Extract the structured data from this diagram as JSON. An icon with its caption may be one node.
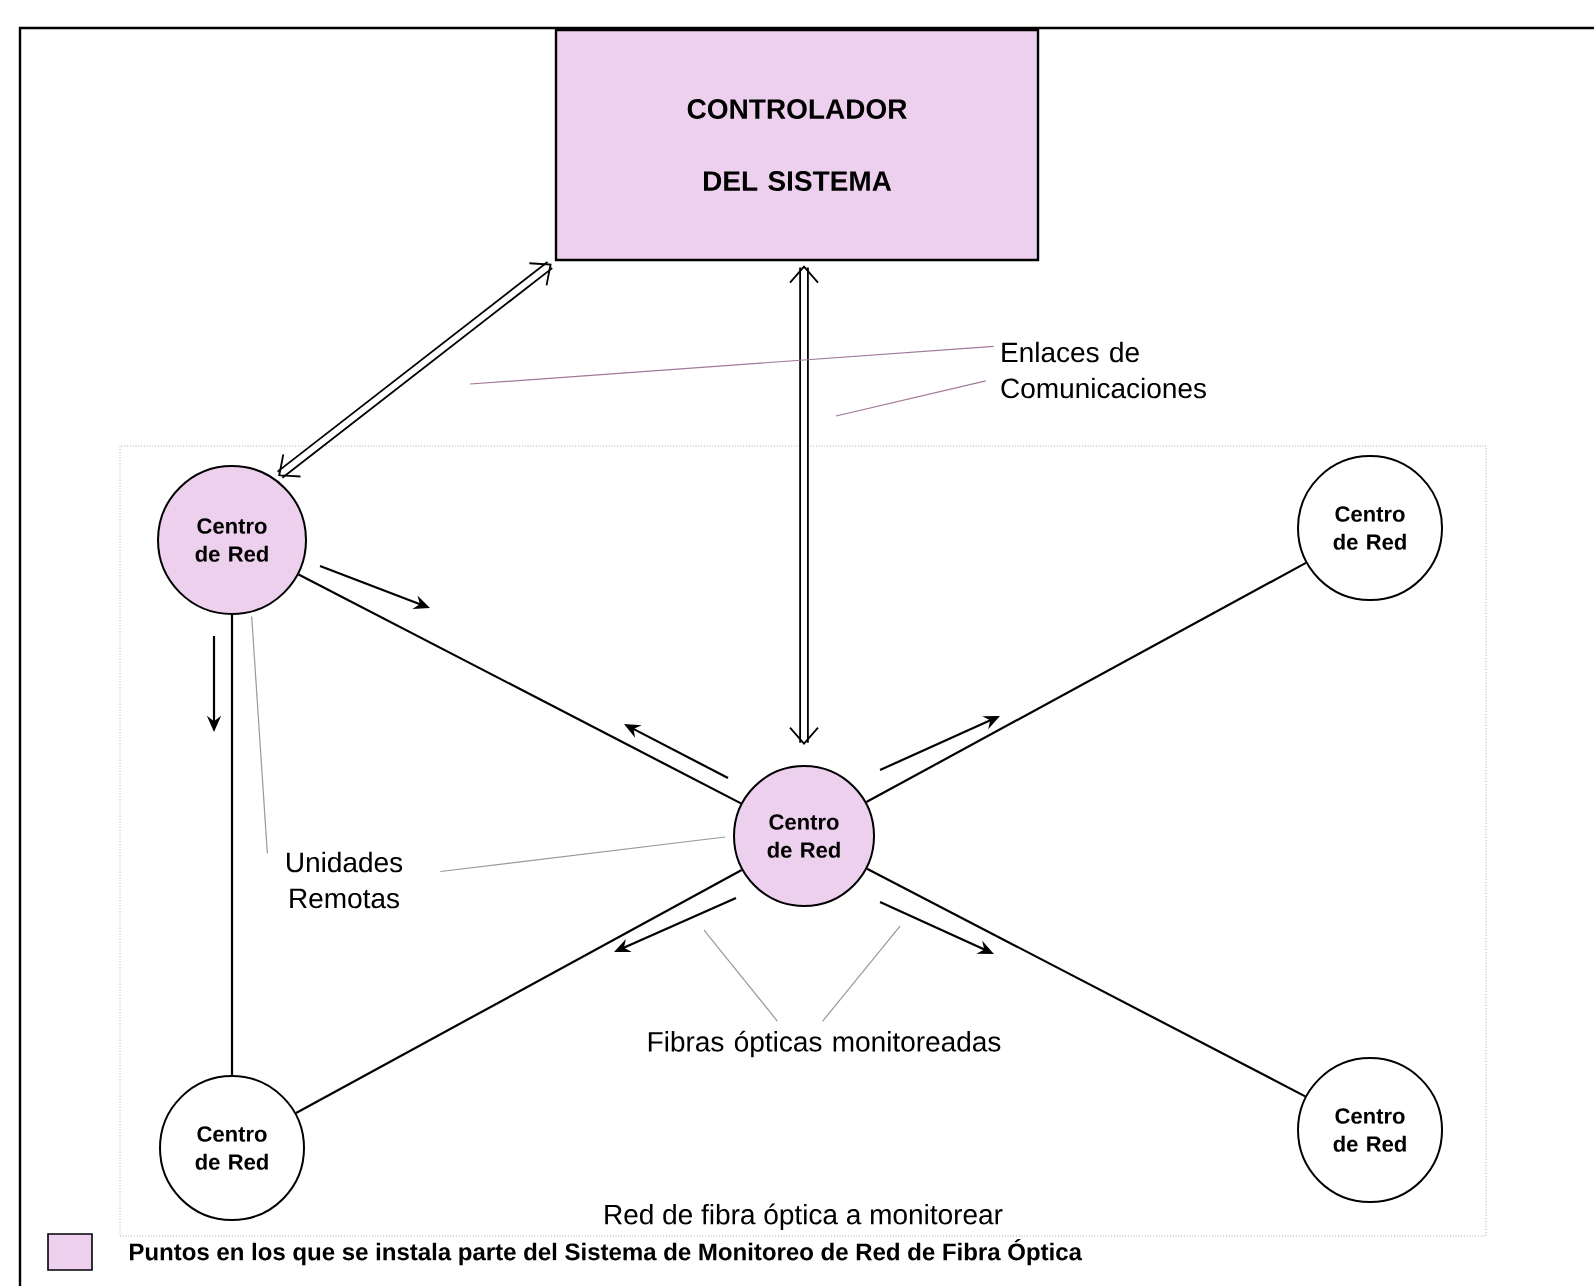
{
  "diagram": {
    "nodes": [
      {
        "text": [
          "CONTROLADOR DEL SISTEMA"
        ]
      },
      {
        "text": [
          "Red de fibra óptica a monitorear"
        ]
      },
      {
        "text": [
          "Centro de Red"
        ],
        "in": 1
      },
      {
        "text": [
          "Centro de Red"
        ],
        "in": 1
      },
      {
        "text": [
          "Centro de Red"
        ],
        "in": 1
      },
      {
        "text": [
          "Centro de Red"
        ],
        "in": 1
      },
      {
        "text": [
          "Centro de Red"
        ],
        "in": 1
      },
      {
        "text": [
          "Enlaces de Comunicaciones"
        ]
      },
      {
        "text": [
          "Unidades Remotas"
        ],
        "in": 1
      },
      {
        "text": [
          "Fibras ópticas monitoreadas"
        ],
        "in": 1
      }
    ],
    "edges": [
      {
        "from": 0,
        "to": 2,
        "arrow": "both",
        "style": "thick"
      },
      {
        "from": 0,
        "to": 4,
        "arrow": "both",
        "style": "thick"
      },
      {
        "from": 2,
        "to": 4,
        "arrow": "none"
      },
      {
        "from": 2,
        "to": 5,
        "arrow": "none"
      },
      {
        "from": 4,
        "to": 3,
        "arrow": "none"
      },
      {
        "from": 4,
        "to": 5,
        "arrow": "none"
      },
      {
        "from": 4,
        "to": 6,
        "arrow": "none"
      },
      {
        "from": 7,
        "to": null,
        "arrow": "none",
        "color": "#a07898"
      },
      {
        "from": 7,
        "to": null,
        "arrow": "none",
        "color": "#a07898"
      },
      {
        "from": 8,
        "to": 2,
        "arrow": "none",
        "color": "#999999"
      },
      {
        "from": 8,
        "to": 4,
        "arrow": "none",
        "color": "#999999"
      },
      {
        "from": 9,
        "to": null,
        "arrow": "none",
        "color": "#999999"
      },
      {
        "from": 9,
        "to": null,
        "arrow": "none",
        "color": "#999999"
      }
    ],
    "legend": [
      {
        "text": "Puntos en los que se instala parte del Sistema de Monitoreo de Red de Fibra Óptica",
        "color": "#ecd0ee"
      }
    ]
  }
}
